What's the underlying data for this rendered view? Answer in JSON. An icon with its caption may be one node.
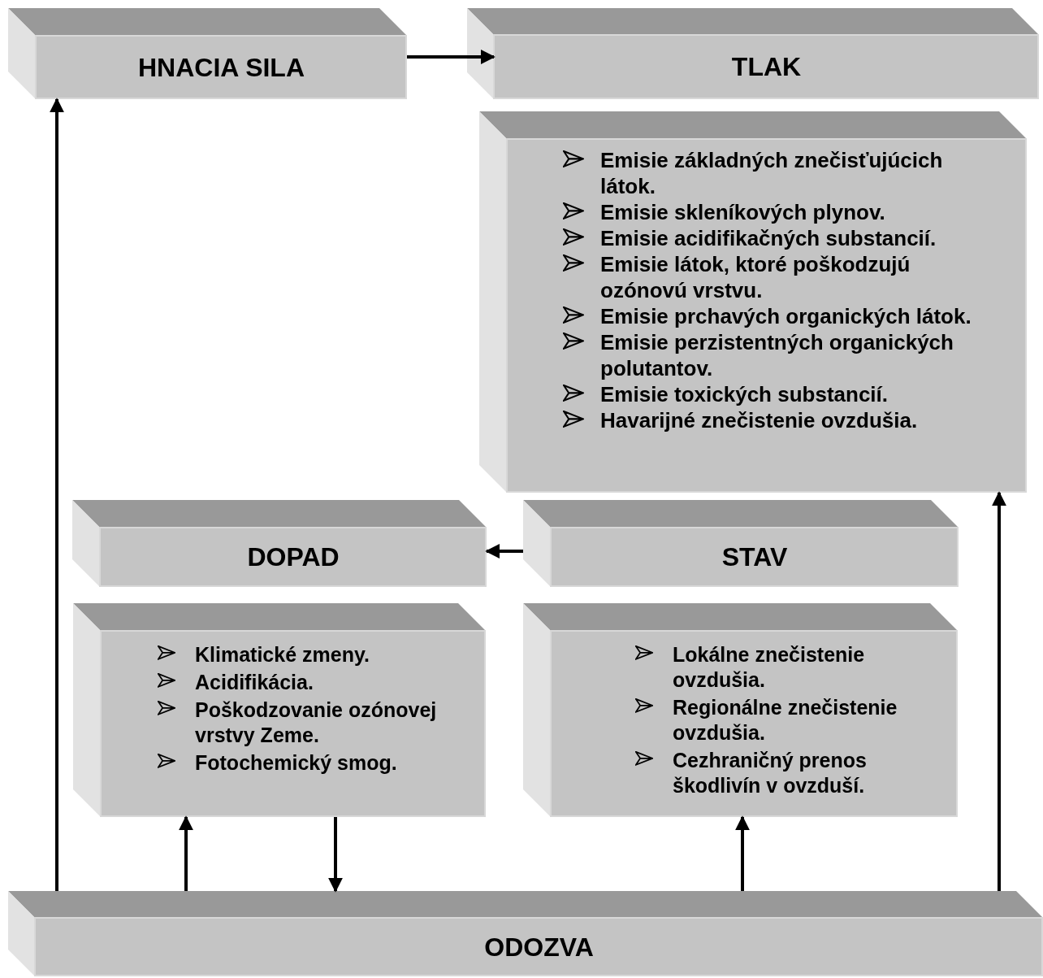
{
  "diagram": {
    "nodes": [
      {
        "text": [
          "HNACIA SILA"
        ]
      },
      {
        "text": [
          "TLAK"
        ]
      },
      {
        "text": [
          "Emisie základných znečisťujúcich látok.",
          "Emisie skleníkových plynov.",
          "Emisie acidifikačných substancií.",
          "Emisie látok, ktoré poškodzujú ozónovú vrstvu.",
          "Emisie prchavých organických látok.",
          "Emisie perzistentných organických polutantov.",
          "Emisie toxických substancií.",
          "Havarijné znečistenie ovzdušia."
        ]
      },
      {
        "text": [
          "DOPAD"
        ]
      },
      {
        "text": [
          "STAV"
        ]
      },
      {
        "text": [
          "Klimatické zmeny.",
          "Acidifikácia.",
          "Poškodzovanie ozónovej vrstvy Zeme.",
          "Fotochemický smog."
        ]
      },
      {
        "text": [
          "Lokálne znečistenie ovzdušia.",
          "Regionálne znečistenie ovzdušia.",
          "Cezhraničný prenos škodlivín v ovzduší."
        ]
      },
      {
        "text": [
          "ODOZVA"
        ]
      }
    ],
    "edges": [
      {
        "from": 0,
        "to": 1,
        "arrow": "to"
      },
      {
        "from": 4,
        "to": 3,
        "arrow": "to"
      },
      {
        "from": 7,
        "to": 0,
        "arrow": "to"
      },
      {
        "from": 7,
        "to": 5,
        "arrow": "to"
      },
      {
        "from": 5,
        "to": 7,
        "arrow": "to"
      },
      {
        "from": 7,
        "to": 6,
        "arrow": "to"
      },
      {
        "from": 7,
        "to": 2,
        "arrow": "to"
      }
    ]
  }
}
